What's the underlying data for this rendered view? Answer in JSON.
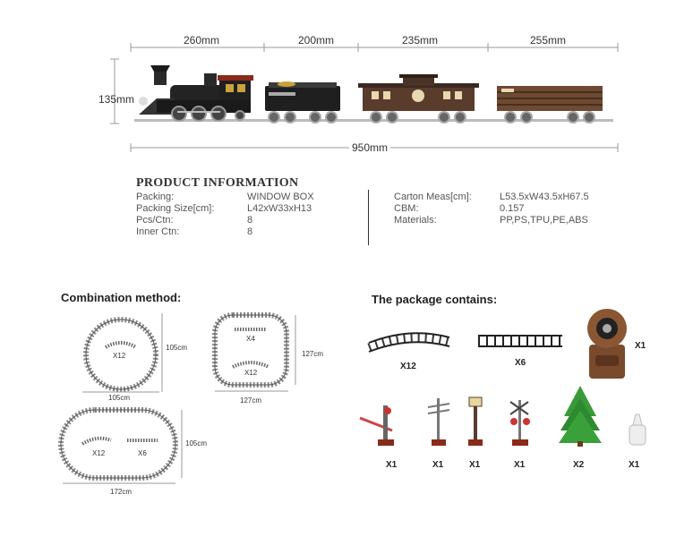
{
  "dimensions": {
    "top": [
      "260mm",
      "200mm",
      "235mm",
      "255mm"
    ],
    "height": "135mm",
    "total": "950mm"
  },
  "product_info": {
    "title": "PRODUCT INFORMATION",
    "left": [
      {
        "label": "Packing:",
        "value": "WINDOW BOX"
      },
      {
        "label": "Packing Size[cm]:",
        "value": "L42xW33xH13"
      },
      {
        "label": "Pcs/Ctn:",
        "value": "8"
      },
      {
        "label": "Inner Ctn:",
        "value": "8"
      }
    ],
    "right": [
      {
        "label": "Carton Meas[cm]:",
        "value": "L53.5xW43.5xH67.5"
      },
      {
        "label": "CBM:",
        "value": "0.157"
      },
      {
        "label": "Materials:",
        "value": "PP,PS,TPU,PE,ABS"
      }
    ]
  },
  "combination": {
    "title": "Combination method:",
    "circle": {
      "count": "X12",
      "width": "105cm",
      "height": "105cm"
    },
    "square": {
      "count_top": "X4",
      "count_bottom": "X12",
      "width": "127cm",
      "height": "127cm"
    },
    "oval": {
      "count_curve": "X12",
      "count_straight": "X6",
      "width": "172cm",
      "height": "105cm"
    }
  },
  "package": {
    "title": "The package contains:",
    "items": {
      "curved_track": "X12",
      "straight_track": "X6",
      "controller": "X1",
      "signal_gate": "X1",
      "telegraph_pole": "X1",
      "lamp_post": "X1",
      "crossing_sign": "X1",
      "tree": "X2",
      "smoke_bottle": "X1"
    }
  }
}
